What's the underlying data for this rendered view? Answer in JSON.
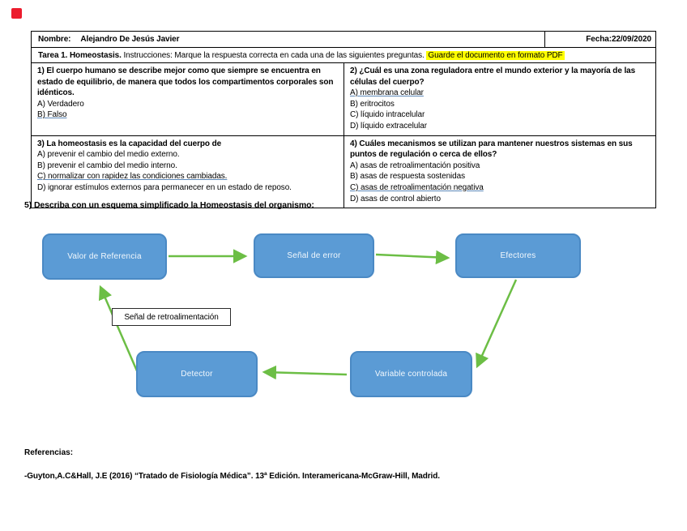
{
  "marker": {
    "color": "#ec1c2d"
  },
  "header": {
    "name_label": "Nombre:",
    "name_value": "Alejandro De Jesús Javier",
    "date_label": "Fecha:",
    "date_value": "22/09/2020"
  },
  "task_row": {
    "title": "Tarea 1. Homeostasis.",
    "instructions": "Instrucciones: Marque la respuesta correcta en cada una de las siguientes preguntas.",
    "highlighted_note": "Guarde el documento en formato PDF",
    "highlight_color": "#ffff00"
  },
  "questions": [
    {
      "prompt": "1) El cuerpo humano se describe mejor como que siempre se encuentra en estado de equilibrio, de manera que todos los compartimentos corporales son idénticos.",
      "options": [
        {
          "text": "A) Verdadero",
          "underlined": false
        },
        {
          "text": "B) Falso",
          "underlined": true
        }
      ]
    },
    {
      "prompt": "2) ¿Cuál es una zona reguladora  entre el mundo exterior y la mayoría de las células del cuerpo?",
      "options": [
        {
          "text": "A) membrana celular",
          "underlined": true
        },
        {
          "text": "B) eritrocitos",
          "underlined": false
        },
        {
          "text": "C) líquido intracelular",
          "underlined": false
        },
        {
          "text": "D) líquido extracelular",
          "underlined": false
        }
      ]
    },
    {
      "prompt": "3) La homeostasis es la capacidad del cuerpo de",
      "options": [
        {
          "text": "A) prevenir el cambio del medio externo.",
          "underlined": false
        },
        {
          "text": "B) prevenir el cambio del medio interno.",
          "underlined": false
        },
        {
          "text": "C) normalizar con rapidez las condiciones cambiadas.",
          "underlined": true
        },
        {
          "text": "D) ignorar estímulos externos para permanecer en un estado de reposo.",
          "underlined": false
        }
      ]
    },
    {
      "prompt": "4) Cuáles mecanismos se utilizan para mantener nuestros sistemas en sus puntos de regulación o cerca de ellos?",
      "options": [
        {
          "text": "A) asas de retroalimentación positiva",
          "underlined": false
        },
        {
          "text": "B) asas de respuesta sostenidas",
          "underlined": false
        },
        {
          "text": "C) asas de retroalimentación negativa",
          "underlined": true
        },
        {
          "text": "D) asas de control abierto",
          "underlined": false
        }
      ]
    }
  ],
  "question5_heading": "5) Describa con un esquema simplificado la Homeostasis del organismo:",
  "diagram": {
    "box_fill": "#5b9bd5",
    "box_border": "#4a89c4",
    "arrow_color": "#6cbe45",
    "nodes": [
      {
        "label": "Valor de Referencia"
      },
      {
        "label": "Señal de error"
      },
      {
        "label": "Efectores"
      },
      {
        "label": "Detector"
      },
      {
        "label": "Variable controlada"
      }
    ],
    "feedback_label": "Señal de retroalimentación"
  },
  "references": {
    "heading": "Referencias:",
    "entry": "-Guyton,A.C&Hall, J.E (2016) “Tratado de Fisiología Médica”. 13ª Edición. Interamericana-McGraw-Hill, Madrid."
  }
}
